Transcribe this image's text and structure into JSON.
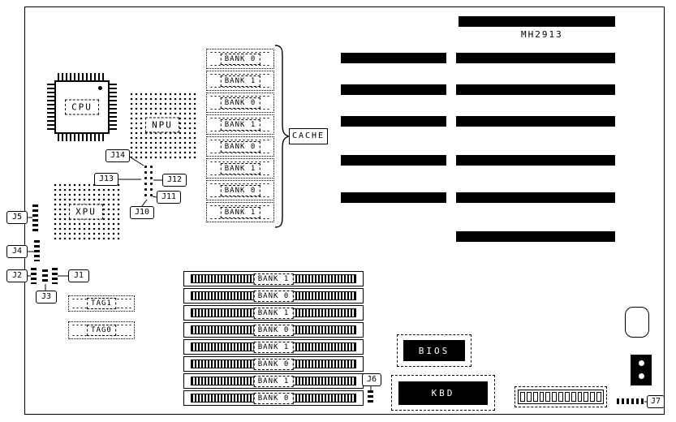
{
  "board": {
    "model": "MH2913"
  },
  "chips": {
    "cpu": "CPU",
    "npu": "NPU",
    "xpu": "XPU"
  },
  "cache": {
    "label": "CACHE",
    "banks": [
      "BANK 0",
      "BANK 1",
      "BANK 0",
      "BANK 1",
      "BANK 0",
      "BANK 1",
      "BANK 0",
      "BANK 1"
    ]
  },
  "tags": {
    "tag1": "TAG1",
    "tag0": "TAG0"
  },
  "simm": {
    "banks": [
      "BANK 1",
      "BANK 0",
      "BANK 1",
      "BANK 0",
      "BANK 1",
      "BANK 0",
      "BANK 1",
      "BANK 0"
    ]
  },
  "jumpers": {
    "j1": "J1",
    "j2": "J2",
    "j3": "J3",
    "j4": "J4",
    "j5": "J5",
    "j6": "J6",
    "j7": "J7",
    "j10": "J10",
    "j11": "J11",
    "j12": "J12",
    "j13": "J13",
    "j14": "J14"
  },
  "roms": {
    "bios": "BIOS",
    "kbd": "KBD"
  }
}
